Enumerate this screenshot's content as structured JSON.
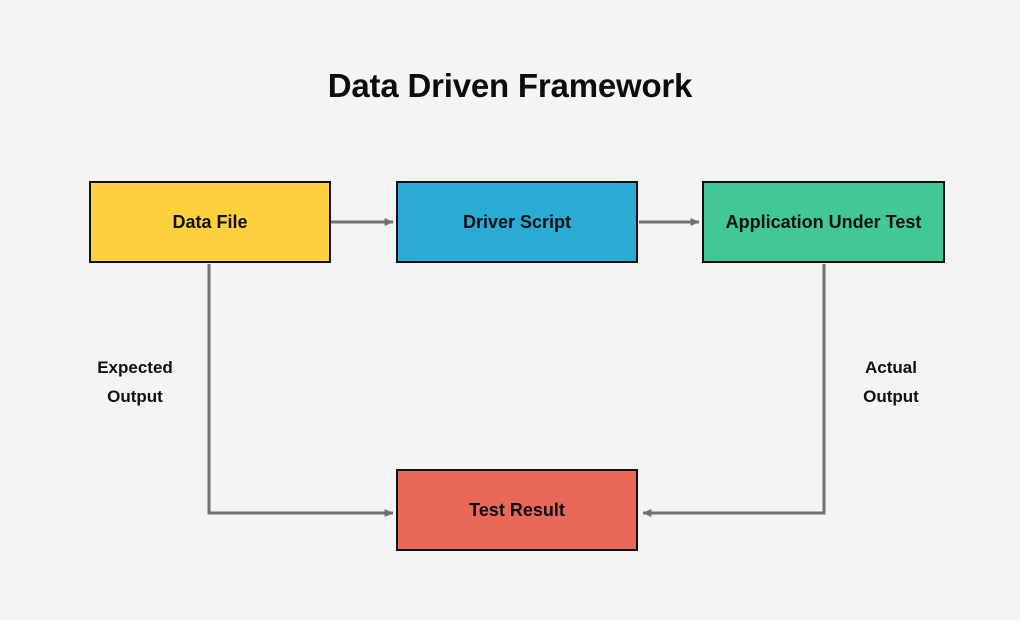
{
  "diagram": {
    "title": "Data Driven Framework",
    "background_color": "#f4f4f4",
    "type": "flowchart",
    "nodes": [
      {
        "id": "data-file",
        "label": "Data File",
        "color": "#fdd13e",
        "border_color": "#111111",
        "text_color": "#101010"
      },
      {
        "id": "driver-script",
        "label": "Driver Script",
        "color": "#29abd6",
        "border_color": "#111111",
        "text_color": "#101010"
      },
      {
        "id": "application-under-test",
        "label": "Application Under Test",
        "color": "#42c896",
        "border_color": "#111111",
        "text_color": "#101010"
      },
      {
        "id": "test-result",
        "label": "Test Result",
        "color": "#e8685a",
        "border_color": "#111111",
        "text_color": "#101010"
      }
    ],
    "edges": [
      {
        "id": "data-file-to-driver-script",
        "from": "data-file",
        "to": "driver-script",
        "label": "",
        "color": "#707070"
      },
      {
        "id": "driver-script-to-application-under-test",
        "from": "driver-script",
        "to": "application-under-test",
        "label": "",
        "color": "#707070"
      },
      {
        "id": "data-file-to-test-result",
        "from": "data-file",
        "to": "test-result",
        "label": "Expected\nOutput",
        "color": "#707070"
      },
      {
        "id": "application-under-test-to-test-result",
        "from": "application-under-test",
        "to": "test-result",
        "label": "Actual\nOutput",
        "color": "#707070"
      }
    ]
  }
}
